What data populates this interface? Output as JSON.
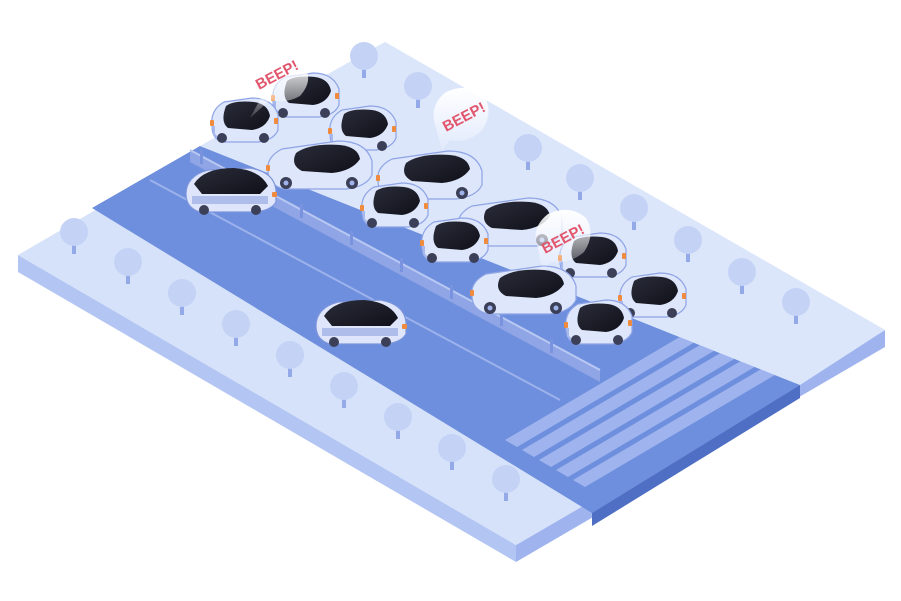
{
  "scene": {
    "speech_bubbles": [
      {
        "text": "BEEP!"
      },
      {
        "text": "BEEP!"
      },
      {
        "text": "BEEP!"
      }
    ]
  },
  "palette": {
    "sidewalk_top": "#d6e2fa",
    "sidewalk_side": "#b8c9f3",
    "road": "#6e8fdd",
    "road_edge": "#5a7bcf",
    "car_body": "#dde6fb",
    "car_window": "#1c1d28",
    "car_accent": "#f08a3c",
    "beep_text": "#e2566d"
  }
}
